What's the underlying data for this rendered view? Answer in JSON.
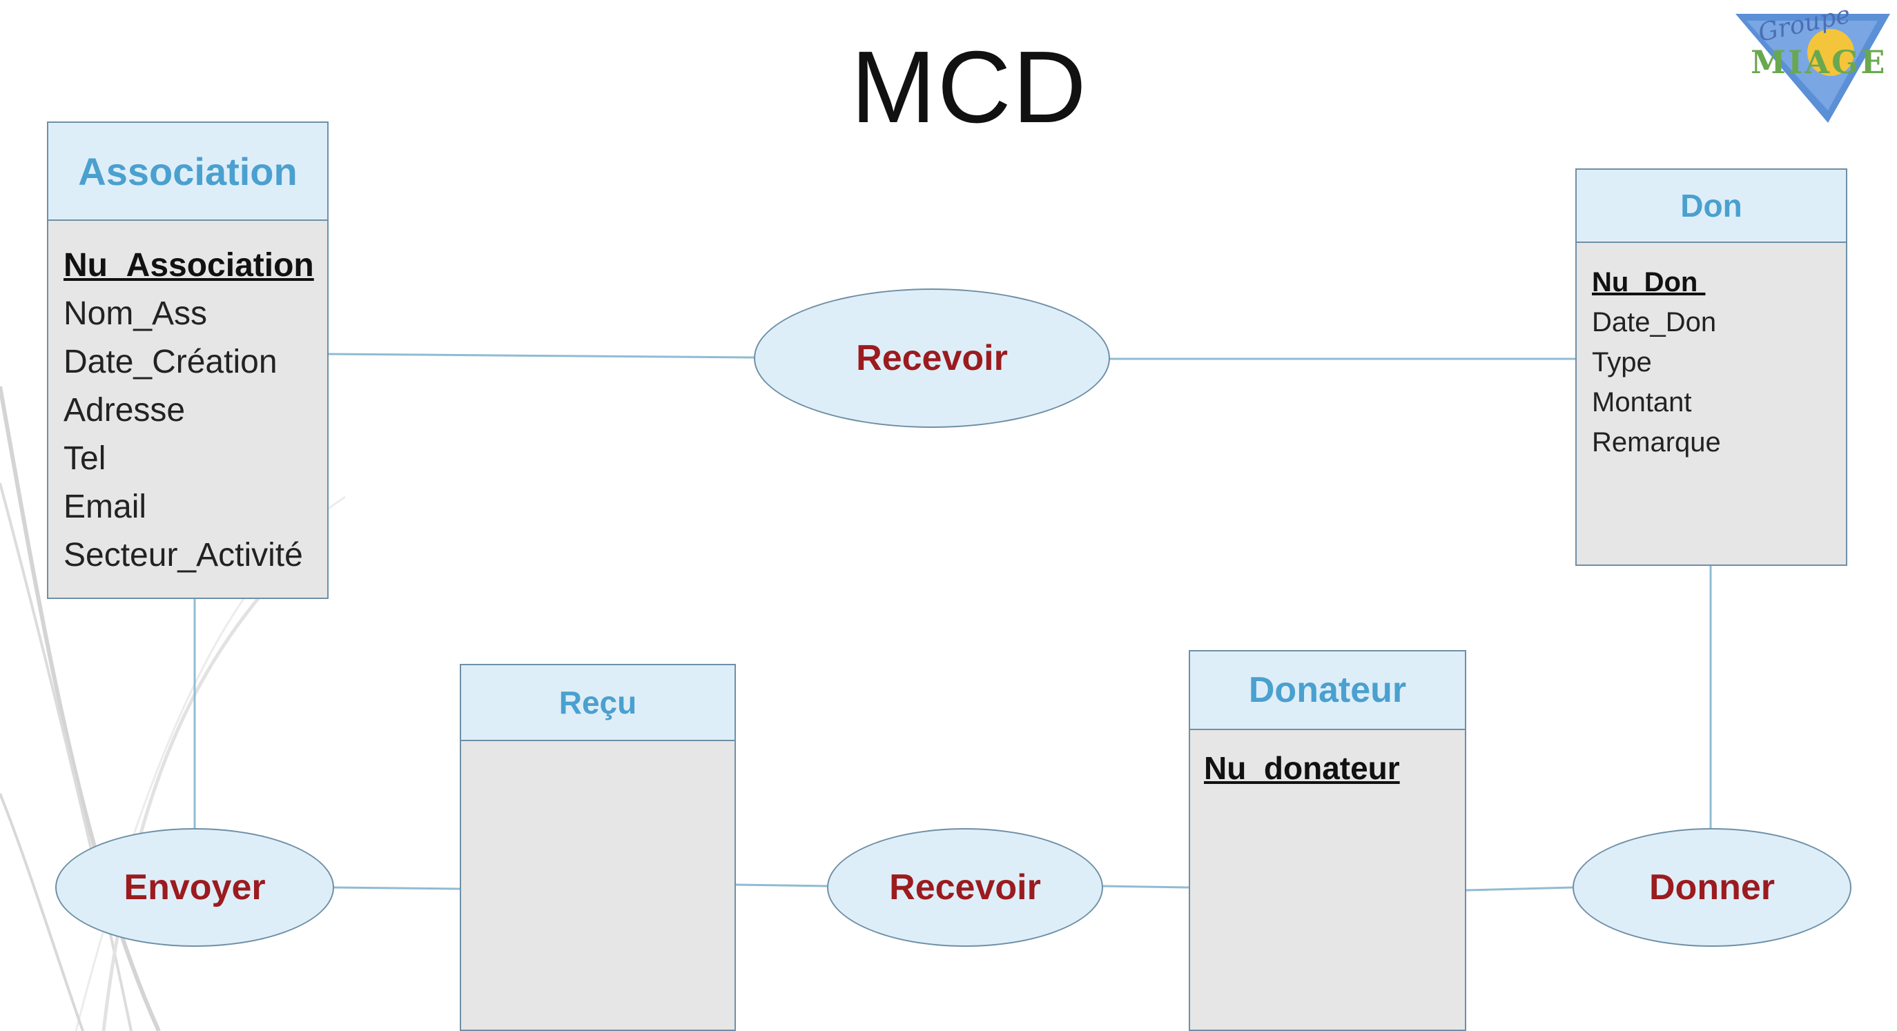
{
  "title": "MCD",
  "logo": {
    "script_text": "Groupe",
    "word": "MIAGE"
  },
  "colors": {
    "entity_header_bg": "#deeef8",
    "entity_body_bg": "#e6e6e6",
    "entity_title": "#4aa0cf",
    "relation_text": "#9b1b1e",
    "line": "#8fbcd4",
    "border": "#6e8fa6"
  },
  "entities": {
    "association": {
      "name": "Association",
      "attributes": [
        {
          "label": "Nu_Association",
          "key": true
        },
        {
          "label": "Nom_Ass"
        },
        {
          "label": "Date_Création"
        },
        {
          "label": "Adresse"
        },
        {
          "label": "Tel"
        },
        {
          "label": "Email"
        },
        {
          "label": "Secteur_Activité"
        }
      ]
    },
    "don": {
      "name": "Don",
      "attributes": [
        {
          "label": "Nu_Don ",
          "key": true
        },
        {
          "label": "Date_Don"
        },
        {
          "label": "Type"
        },
        {
          "label": "Montant"
        },
        {
          "label": "Remarque"
        }
      ]
    },
    "recu": {
      "name": "Reçu",
      "attributes": []
    },
    "donateur": {
      "name": "Donateur",
      "attributes": [
        {
          "label": "Nu_donateur",
          "key": true
        }
      ]
    }
  },
  "relations": {
    "recevoir_top": "Recevoir",
    "envoyer": "Envoyer",
    "recevoir_bottom": "Recevoir",
    "donner": "Donner"
  }
}
